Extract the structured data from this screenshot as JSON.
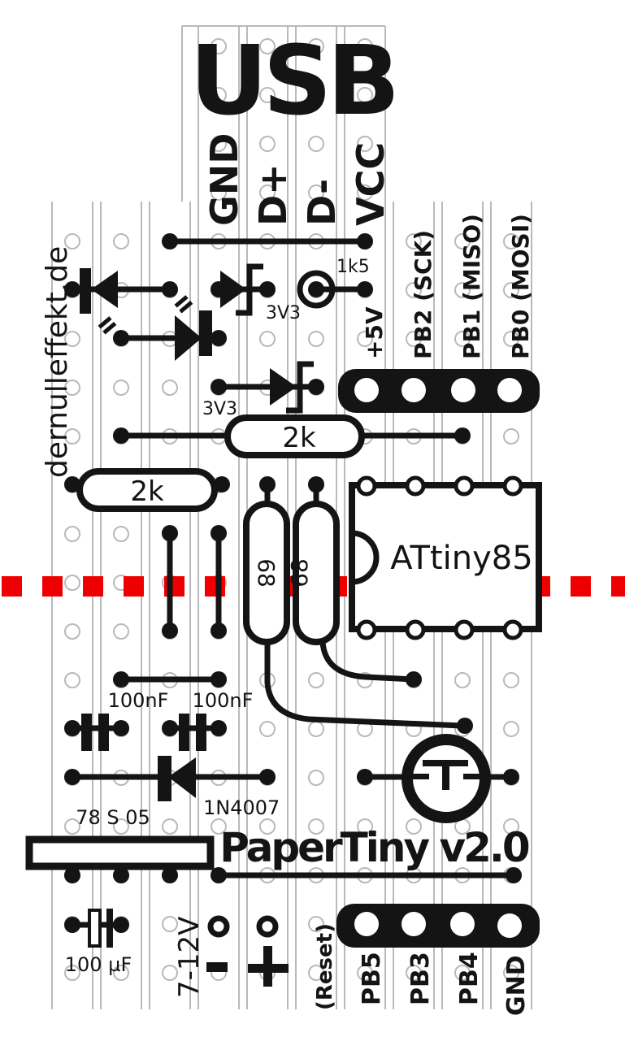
{
  "title": "USB",
  "website": "dernulleffekt.de",
  "product_label": "PaperTiny v2.0",
  "colors": {
    "ink": "#141414",
    "strip": "#b8b9be",
    "cut_line": "#ee0000",
    "background": "#ffffff"
  },
  "usb_pins": [
    "GND",
    "D+",
    "D-",
    "VCC"
  ],
  "top_header_pins": [
    "+5V",
    "PB2 (SCK)",
    "PB1 (MISO)",
    "PB0 (MOSI)"
  ],
  "bottom_header_pins": [
    "(Reset)",
    "PB5",
    "PB3",
    "PB4",
    "GND"
  ],
  "components": {
    "resistor_pullup": "1k5",
    "zener_1": "3V3",
    "zener_2": "3V3",
    "resistor_2k_a": "2k",
    "resistor_2k_b": "2k",
    "resistor_68_a": "68",
    "resistor_68_b": "68",
    "mcu": "ATtiny85",
    "cap_1": "100nF",
    "cap_2": "100nF",
    "diode": "1N4007",
    "regulator": "78 S 05",
    "elcap": "100 µF",
    "supply_voltage": "7-12V",
    "supply_minus": "-",
    "supply_plus": "+"
  }
}
